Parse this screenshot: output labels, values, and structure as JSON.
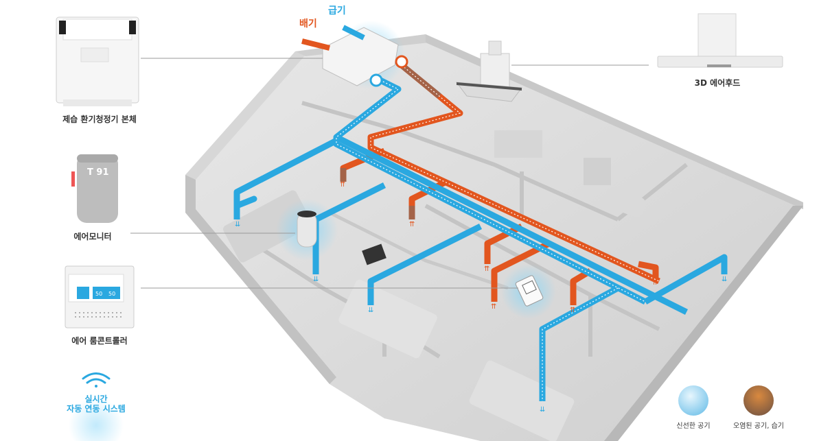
{
  "labels": {
    "main_unit": "제습 환기청정기 본체",
    "air_monitor": "에어모니터",
    "room_controller": "에어 룸콘트롤러",
    "air_hood": "3D 에어후드",
    "realtime_line1": "실시간",
    "realtime_line2": "자동 연동 시스템"
  },
  "flow_tags": {
    "exhaust": "배기",
    "supply": "급기"
  },
  "legend": {
    "fresh": "신선한 공기",
    "polluted": "오염된 공기, 습기"
  },
  "devices": {
    "monitor_display": "T 91",
    "controller_val1": "50",
    "controller_val2": "50"
  },
  "colors": {
    "fresh_duct": "#2aa8e0",
    "polluted_duct": "#e2561f",
    "exhaust_tag": "#e2561f",
    "supply_tag": "#2aa8e0"
  },
  "icons": [
    "wifi-icon",
    "airflow-arrow-icon"
  ]
}
